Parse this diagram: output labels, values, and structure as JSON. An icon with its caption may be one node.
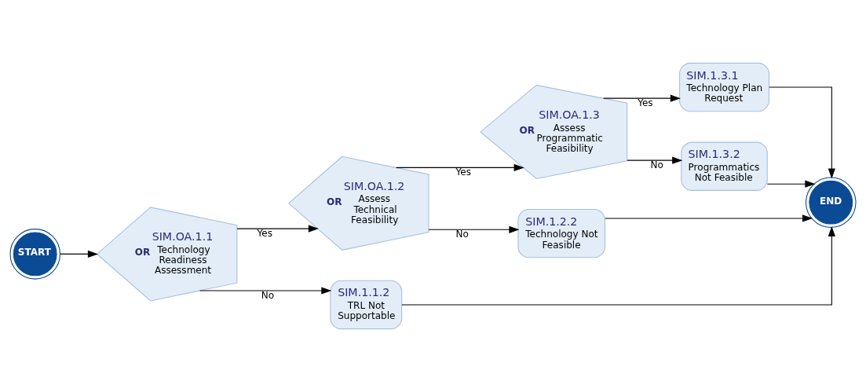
{
  "diagram": {
    "nodes": [
      {
        "text": [
          "START"
        ]
      },
      {
        "text": [
          "OR",
          "SIM.OA.1.1",
          "Technology Readiness Assessment"
        ]
      },
      {
        "text": [
          "OR",
          "SIM.OA.1.2",
          "Assess Technical Feasibility"
        ]
      },
      {
        "text": [
          "OR",
          "SIM.OA.1.3",
          "Assess Programmatic Feasibility"
        ]
      },
      {
        "text": [
          "SIM.1.3.1",
          "Technology Plan Request"
        ]
      },
      {
        "text": [
          "SIM.1.3.2",
          "Programmatics Not Feasible"
        ]
      },
      {
        "text": [
          "SIM.1.2.2",
          "Technology Not Feasible"
        ]
      },
      {
        "text": [
          "SIM.1.1.2",
          "TRL Not Supportable"
        ]
      },
      {
        "text": [
          "END"
        ]
      }
    ],
    "edges": [
      {
        "from": 0,
        "to": 1,
        "arrow": "to"
      },
      {
        "from": 1,
        "to": 2,
        "arrow": "to",
        "label": "Yes"
      },
      {
        "from": 1,
        "to": 7,
        "arrow": "to",
        "label": "No"
      },
      {
        "from": 2,
        "to": 3,
        "arrow": "to",
        "label": "Yes"
      },
      {
        "from": 2,
        "to": 6,
        "arrow": "to",
        "label": "No"
      },
      {
        "from": 3,
        "to": 4,
        "arrow": "to",
        "label": "Yes"
      },
      {
        "from": 3,
        "to": 5,
        "arrow": "to",
        "label": "No"
      },
      {
        "from": 4,
        "to": 8,
        "arrow": "to"
      },
      {
        "from": 5,
        "to": 8,
        "arrow": "to"
      },
      {
        "from": 6,
        "to": 8,
        "arrow": "to"
      },
      {
        "from": 7,
        "to": 8,
        "arrow": "to"
      }
    ]
  }
}
